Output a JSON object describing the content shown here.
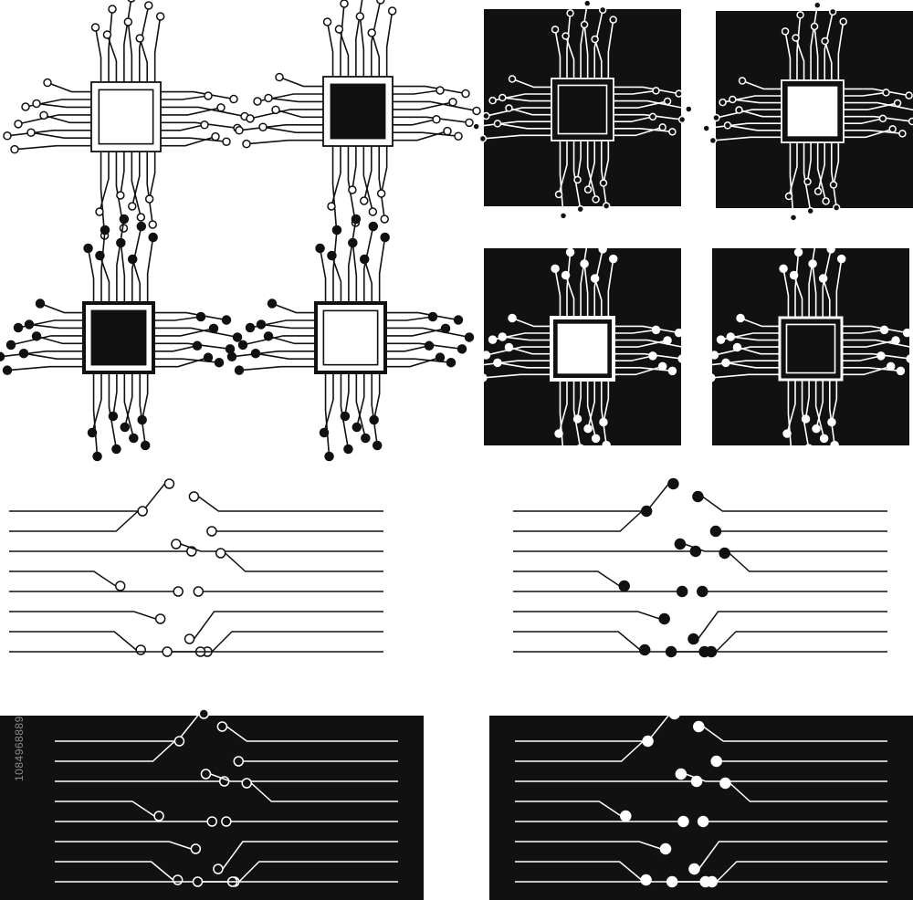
{
  "stock_id": "1084968889",
  "colors": {
    "ink": "#111111",
    "paper": "#ffffff",
    "panel": "#111111"
  },
  "icons": [
    "chip-icon-outline-hollow-core",
    "chip-icon-outline-solid-core",
    "chip-icon-dark-tile-hollow",
    "chip-icon-dark-tile-filled",
    "chip-icon-solid-pins-dark-core",
    "chip-icon-solid-pins-light-core",
    "chip-icon-dark-tile-solid-pins",
    "chip-icon-dark-tile-solid-pins-dark-core",
    "circuit-traces-hollow-pads",
    "circuit-traces-solid-pads",
    "circuit-traces-dark-panel-hollow-pads",
    "circuit-traces-dark-panel-solid-pads"
  ]
}
